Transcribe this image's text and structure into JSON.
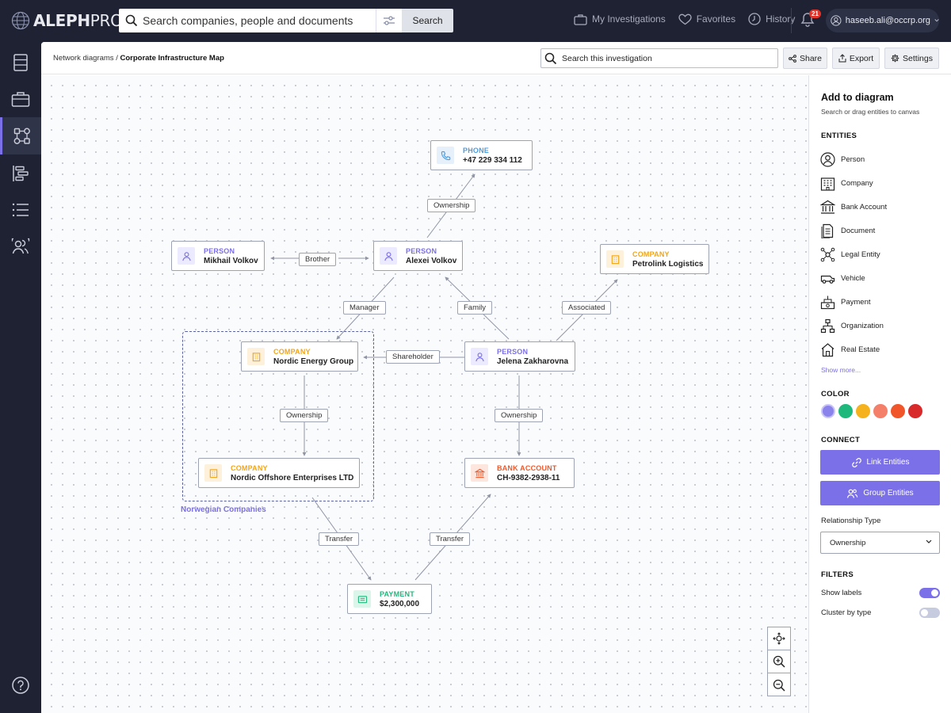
{
  "app": {
    "logo_prefix": "ALEPH",
    "logo_suffix": "PRO"
  },
  "topbar": {
    "search_placeholder": "Search companies, people and documents",
    "search_button": "Search",
    "nav": [
      {
        "label": "My Investigations",
        "icon": "briefcase-icon"
      },
      {
        "label": "Favorites",
        "icon": "heart-icon"
      },
      {
        "label": "History",
        "icon": "clock-icon"
      }
    ],
    "notification_count": "21",
    "user_email": "haseeb.ali@occrp.org"
  },
  "sidebar": {
    "items": [
      {
        "name": "sidebar-item-documents",
        "icon": "document-list-icon"
      },
      {
        "name": "sidebar-item-investigations",
        "icon": "briefcase-icon"
      },
      {
        "name": "sidebar-item-network-diagrams",
        "icon": "network-icon",
        "active": true
      },
      {
        "name": "sidebar-item-timelines",
        "icon": "timeline-icon"
      },
      {
        "name": "sidebar-item-lists",
        "icon": "list-icon"
      },
      {
        "name": "sidebar-item-people",
        "icon": "people-icon"
      }
    ],
    "help_icon": "help-icon"
  },
  "breadcrumb": {
    "parent": "Network diagrams",
    "separator": "/",
    "current": "Corporate Infrastructure Map"
  },
  "toolbar": {
    "search_placeholder": "Search this investigation",
    "share_label": "Share",
    "export_label": "Export",
    "settings_label": "Settings"
  },
  "diagram": {
    "nodes": [
      {
        "id": "phone",
        "type": "PHONE",
        "name": "+47 229 334 112",
        "color": "#4d9de0",
        "icon": "phone-icon"
      },
      {
        "id": "mikhail",
        "type": "PERSON",
        "name": "Mikhail Volkov",
        "color": "#7b70e8",
        "icon": "person-icon"
      },
      {
        "id": "alexei",
        "type": "PERSON",
        "name": "Alexei Volkov",
        "color": "#7b70e8",
        "icon": "person-icon"
      },
      {
        "id": "petrolink",
        "type": "COMPANY",
        "name": "Petrolink Logistics",
        "color": "#f2a516",
        "icon": "building-icon"
      },
      {
        "id": "nordic-energy",
        "type": "COMPANY",
        "name": "Nordic Energy Group",
        "color": "#f2a516",
        "icon": "building-icon"
      },
      {
        "id": "jelena",
        "type": "PERSON",
        "name": "Jelena Zakharovna",
        "color": "#7b70e8",
        "icon": "person-icon"
      },
      {
        "id": "nordic-offshore",
        "type": "COMPANY",
        "name": "Nordic Offshore Enterprises LTD",
        "color": "#f2a516",
        "icon": "building-icon"
      },
      {
        "id": "bank",
        "type": "BANK ACCOUNT",
        "name": "CH-9382-2938-11",
        "color": "#ef5a2d",
        "icon": "bank-icon"
      },
      {
        "id": "payment",
        "type": "PAYMENT",
        "name": "$2,300,000",
        "color": "#1fb87c",
        "icon": "payment-icon"
      }
    ],
    "edge_labels": {
      "ownership_phone": "Ownership",
      "brother": "Brother",
      "manager": "Manager",
      "family": "Family",
      "associated": "Associated",
      "shareholder": "Shareholder",
      "ownership_nordic": "Ownership",
      "ownership_bank": "Ownership",
      "transfer_1": "Transfer",
      "transfer_2": "Transfer"
    },
    "group_label": "Norwegian Companies"
  },
  "panel": {
    "title": "Add to diagram",
    "subtitle": "Search or drag entities to canvas",
    "entities_title": "ENTITIES",
    "entities": [
      {
        "label": "Person",
        "icon": "person-icon"
      },
      {
        "label": "Company",
        "icon": "company-icon"
      },
      {
        "label": "Bank Account",
        "icon": "bank-icon"
      },
      {
        "label": "Document",
        "icon": "document-icon"
      },
      {
        "label": "Legal Entity",
        "icon": "legal-entity-icon"
      },
      {
        "label": "Vehicle",
        "icon": "vehicle-icon"
      },
      {
        "label": "Payment",
        "icon": "payment-icon"
      },
      {
        "label": "Organization",
        "icon": "organization-icon"
      },
      {
        "label": "Real Estate",
        "icon": "real-estate-icon"
      }
    ],
    "show_more": "Show more...",
    "color_title": "COLOR",
    "colors": [
      "#8b83ec",
      "#1fb87c",
      "#f5b21c",
      "#f5806a",
      "#f0562a",
      "#d82a2a"
    ],
    "connect_title": "CONNECT",
    "link_button": "Link Entities",
    "group_button": "Group Entities",
    "relationship_label": "Relationship Type",
    "relationship_value": "Ownership",
    "filters_title": "FILTERS",
    "filters": [
      {
        "label": "Show labels",
        "on": true
      },
      {
        "label": "Cluster by type",
        "on": false
      }
    ]
  },
  "colors": {
    "accent": "#7b70e8",
    "topbar_bg": "#1e2233"
  }
}
